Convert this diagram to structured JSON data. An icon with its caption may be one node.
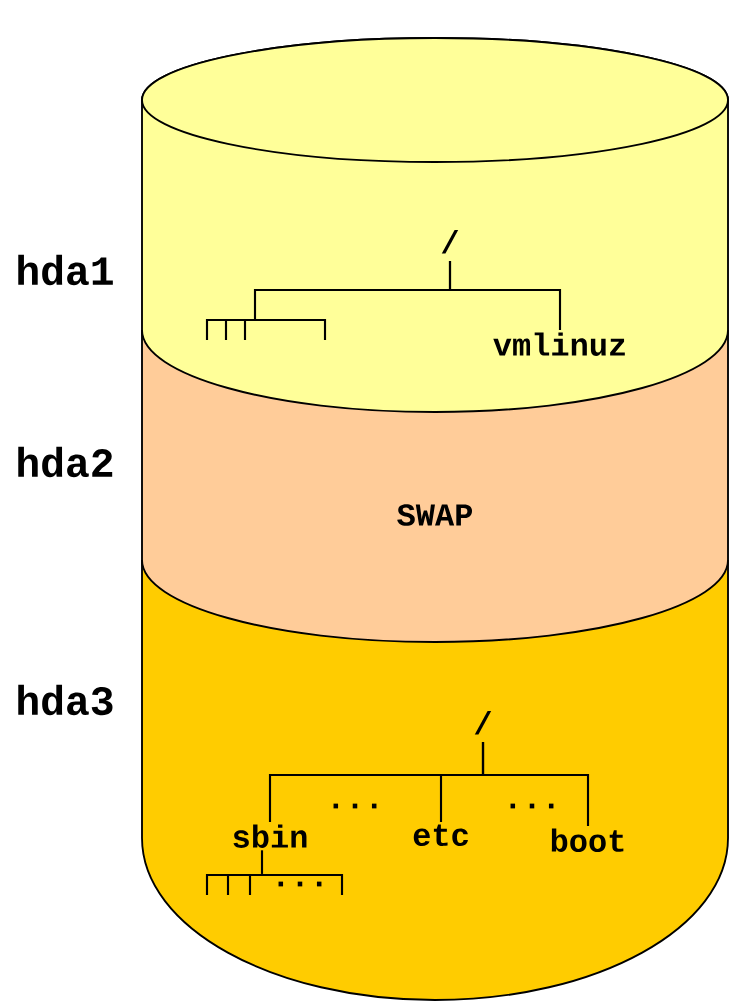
{
  "diagram": {
    "nodes": [
      {
        "text": [
          "hda1"
        ]
      },
      {
        "text": [
          "hda2",
          "SWAP"
        ]
      },
      {
        "text": [
          "hda3"
        ]
      },
      {
        "text": [
          "/"
        ],
        "in": 0
      },
      {
        "text": [
          "vmlinuz"
        ]
      },
      {
        "text": [
          "/"
        ],
        "in": 2
      },
      {
        "text": [
          "sbin"
        ],
        "in": 2
      },
      {
        "text": [
          "etc"
        ],
        "in": 2
      },
      {
        "text": [
          "boot"
        ],
        "in": 2
      },
      {
        "text": [],
        "shape": "bar",
        "in": 0
      },
      {
        "text": [],
        "shape": "bar",
        "in": 2
      }
    ],
    "edges": [
      {
        "from": 3,
        "to": 9,
        "arrow": "none"
      },
      {
        "from": 3,
        "to": 4,
        "arrow": "none"
      },
      {
        "from": 5,
        "to": 6,
        "arrow": "none"
      },
      {
        "from": 5,
        "to": 7,
        "arrow": "none"
      },
      {
        "from": 5,
        "to": 8,
        "arrow": "none"
      },
      {
        "from": 6,
        "to": 10,
        "arrow": "none"
      }
    ],
    "labels": [
      "...",
      "...",
      "..."
    ]
  }
}
